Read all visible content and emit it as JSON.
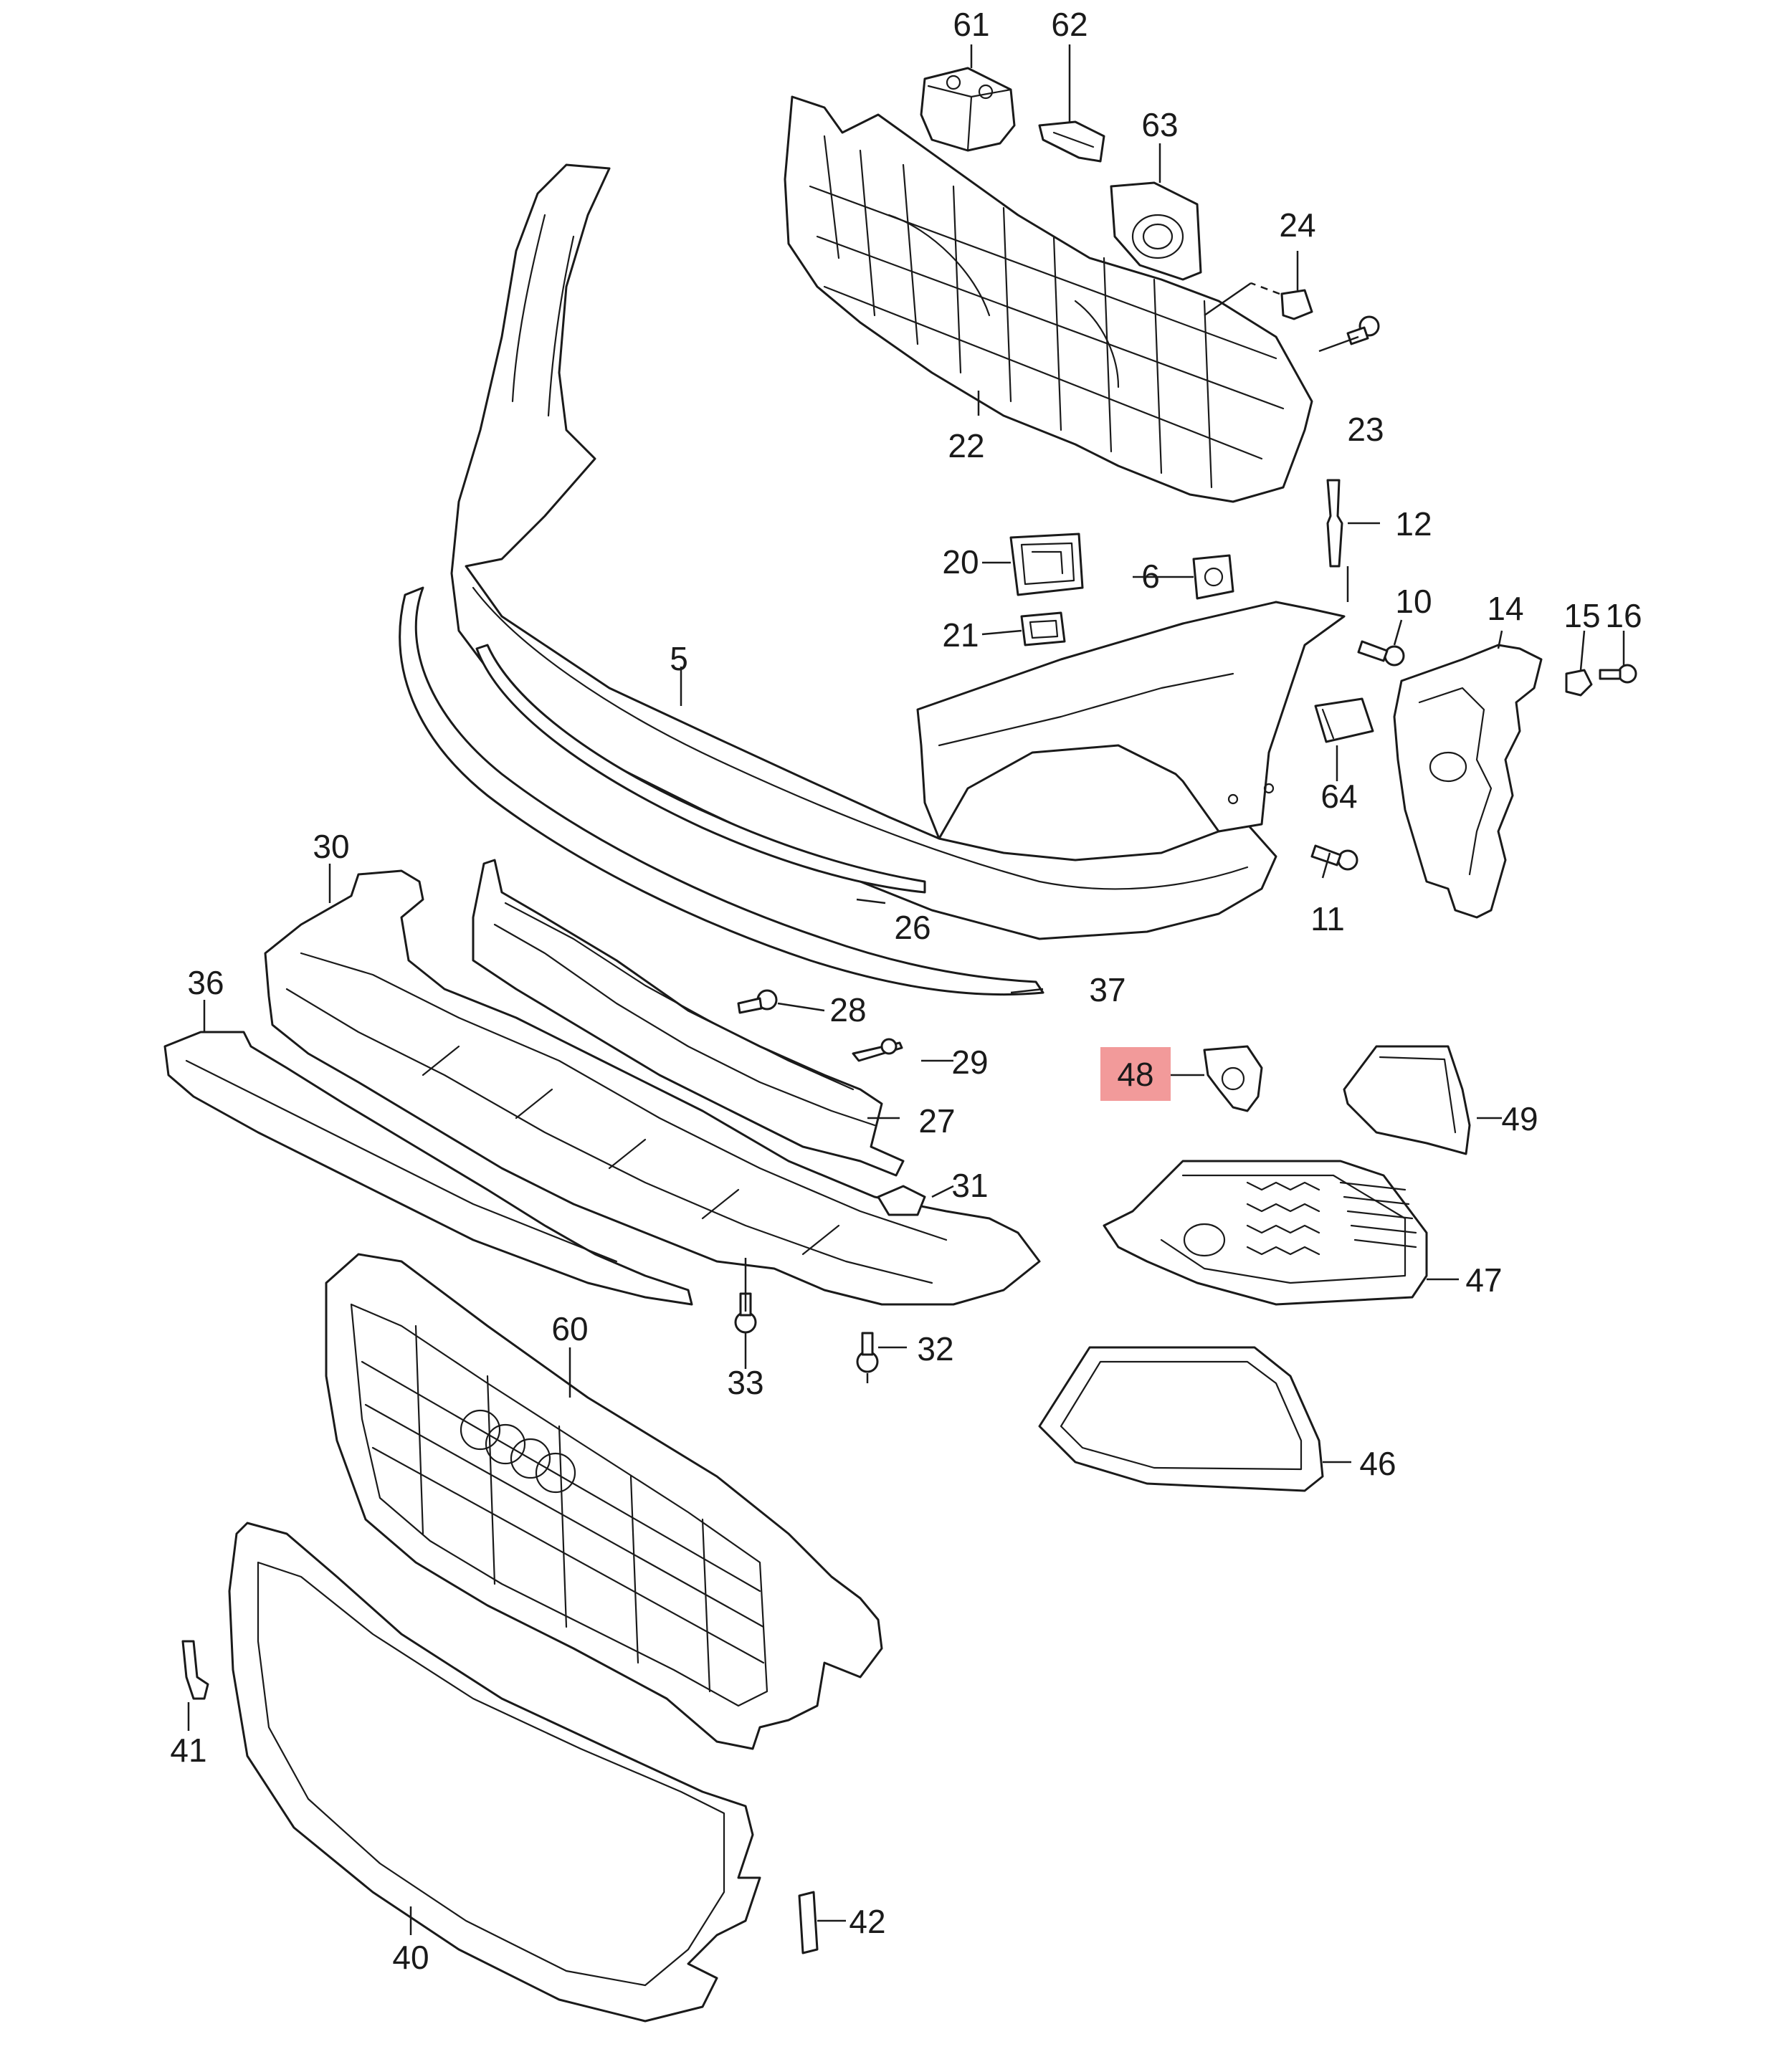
{
  "colors": {
    "line": "#1a1a1a",
    "background": "#ffffff",
    "highlight": "#f29a9a"
  },
  "highlighted_callout": "48",
  "callouts": {
    "n5": "5",
    "n6": "6",
    "n10": "10",
    "n11": "11",
    "n12": "12",
    "n14": "14",
    "n15": "15",
    "n16": "16",
    "n20": "20",
    "n21": "21",
    "n22": "22",
    "n23": "23",
    "n24": "24",
    "n26": "26",
    "n27": "27",
    "n28": "28",
    "n29": "29",
    "n30": "30",
    "n31": "31",
    "n32": "32",
    "n33": "33",
    "n36": "36",
    "n37": "37",
    "n40": "40",
    "n41": "41",
    "n42": "42",
    "n46": "46",
    "n47": "47",
    "n48": "48",
    "n49": "49",
    "n60": "60",
    "n61": "61",
    "n62": "62",
    "n63": "63",
    "n64": "64"
  }
}
